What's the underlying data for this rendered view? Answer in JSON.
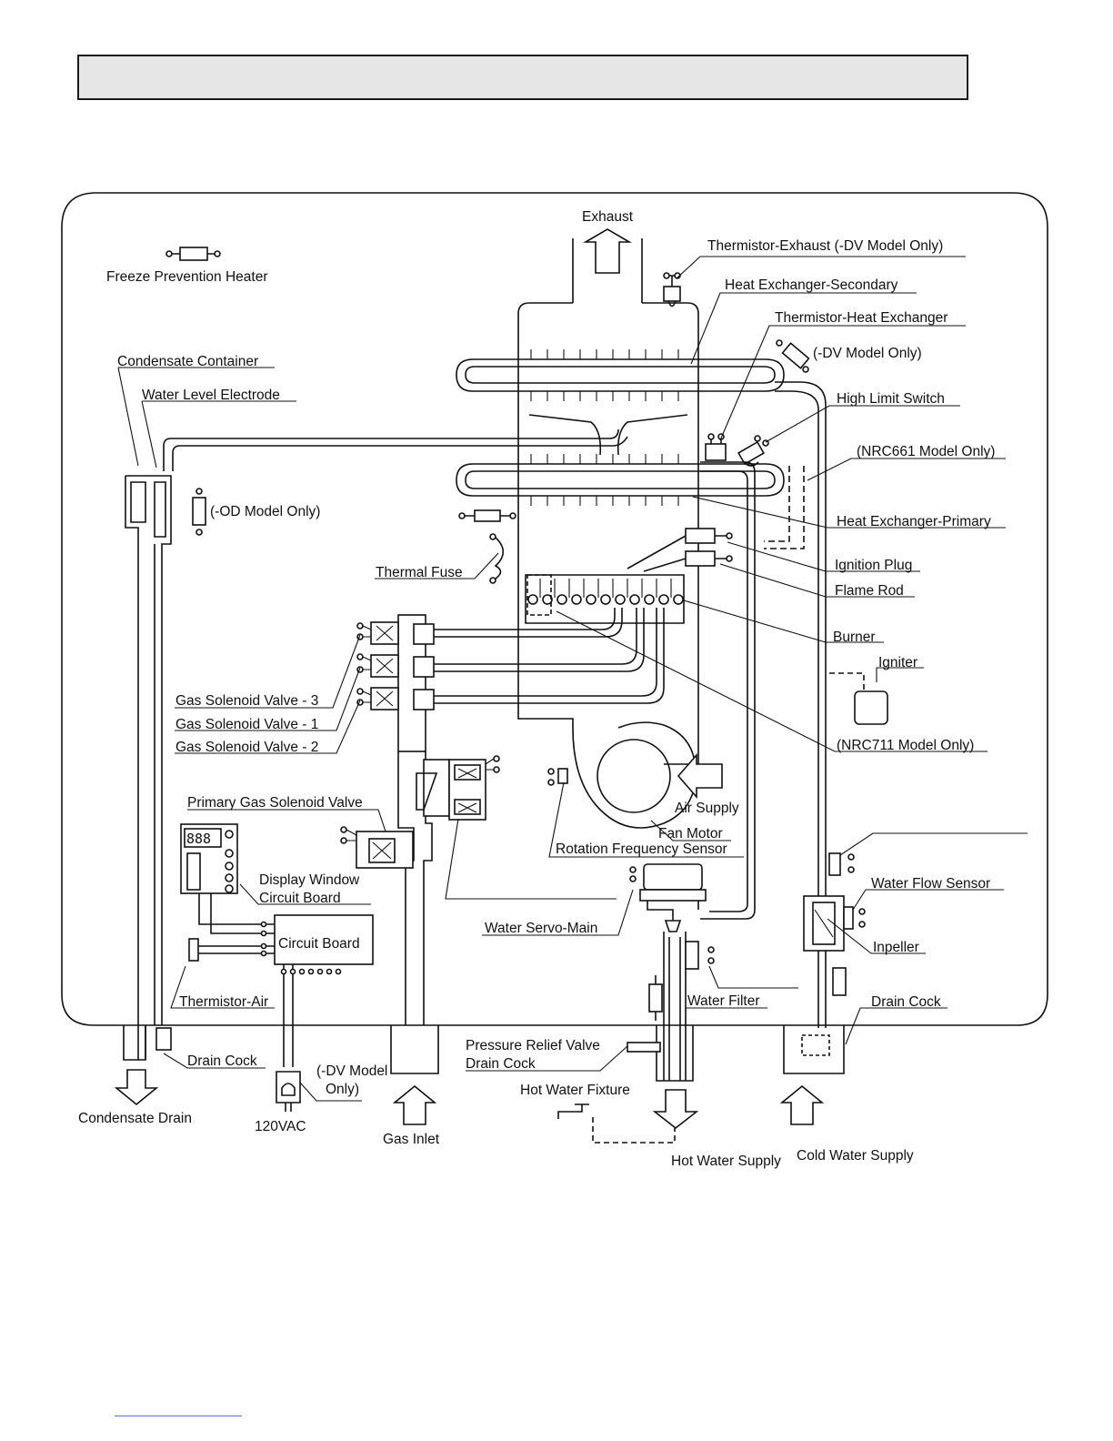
{
  "header": {
    "title": ""
  },
  "labels": {
    "exhaust": "Exhaust",
    "thermistor_exhaust": "Thermistor-Exhaust (-DV Model Only)",
    "heat_exchanger_secondary": "Heat Exchanger-Secondary",
    "thermistor_heat_exchanger": "Thermistor-Heat Exchanger",
    "dv_model_only": "(-DV Model Only)",
    "high_limit_switch": "High Limit Switch",
    "nrc661_model_only": "(NRC661 Model Only)",
    "heat_exchanger_primary": "Heat Exchanger-Primary",
    "ignition_plug": "Ignition Plug",
    "flame_rod": "Flame Rod",
    "burner": "Burner",
    "igniter": "Igniter",
    "nrc711_model_only": "(NRC711 Model Only)",
    "freeze_prevention_heater": "Freeze Prevention Heater",
    "condensate_container": "Condensate Container",
    "water_level_electrode": "Water Level Electrode",
    "od_model_only": "(-OD Model Only)",
    "thermal_fuse": "Thermal Fuse",
    "gas_solenoid_valve_3": "Gas Solenoid Valve - 3",
    "gas_solenoid_valve_1": "Gas Solenoid Valve - 1",
    "gas_solenoid_valve_2": "Gas Solenoid Valve - 2",
    "primary_gas_solenoid_valve": "Primary Gas Solenoid Valve",
    "display_window": "Display Window",
    "circuit_board_display": "Circuit Board",
    "circuit_board": "Circuit Board",
    "thermistor_air": "Thermistor-Air",
    "drain_cock_left": "Drain Cock",
    "dv_model_line1": "(-DV Model",
    "dv_model_line2": "Only)",
    "condensate_drain": "Condensate Drain",
    "vac_120": "120VAC",
    "gas_inlet": "Gas Inlet",
    "air_supply": "Air Supply",
    "fan_motor": "Fan Motor",
    "rotation_frequency_sensor": "Rotation Frequency Sensor",
    "water_servo_main": "Water Servo-Main",
    "water_flow_sensor": "Water Flow Sensor",
    "inpeller": "Inpeller",
    "water_filter": "Water Filter",
    "drain_cock_right": "Drain Cock",
    "pressure_relief_valve": "Pressure Relief Valve",
    "drain_cock_prv": "Drain Cock",
    "hot_water_fixture": "Hot Water Fixture",
    "hot_water_supply": "Hot Water Supply",
    "cold_water_supply": "Cold Water Supply"
  },
  "display_digits": "888"
}
